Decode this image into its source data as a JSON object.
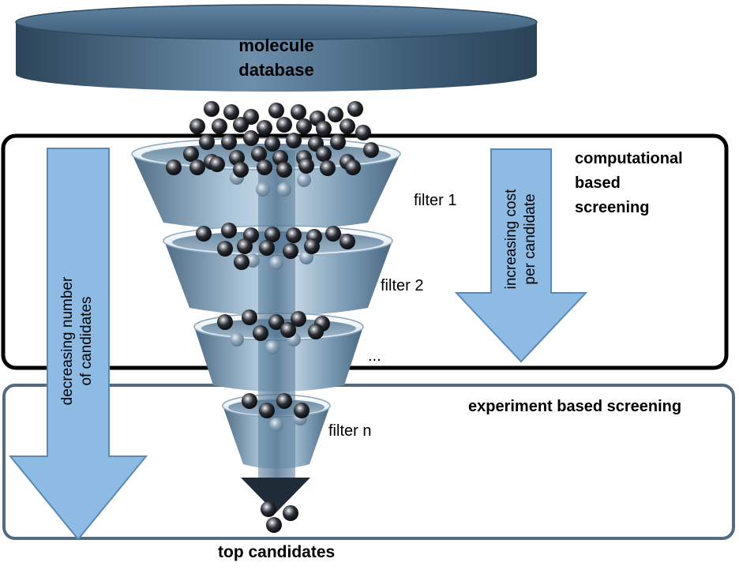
{
  "database": {
    "line1": "molecule",
    "line2": "database"
  },
  "filters": [
    {
      "label": "filter 1"
    },
    {
      "label": "filter 2"
    },
    {
      "label": "..."
    },
    {
      "label": "filter n"
    }
  ],
  "sections": {
    "computational": {
      "line1": "computational",
      "line2": "based",
      "line3": "screening"
    },
    "experiment": {
      "label": "experiment based screening"
    }
  },
  "arrows": {
    "left": {
      "line1": "decreasing number",
      "line2": "of candidates"
    },
    "right": {
      "line1": "increasing cost",
      "line2": "per candidate"
    }
  },
  "output": {
    "label": "top candidates"
  },
  "colors": {
    "arrow_fill": "#8dbbe3",
    "funnel": "#6b8fa8",
    "database": "#3a5872",
    "box_computational": "#000000",
    "box_experiment": "#536b82"
  },
  "icons": {
    "molecule": "sphere-icon"
  }
}
